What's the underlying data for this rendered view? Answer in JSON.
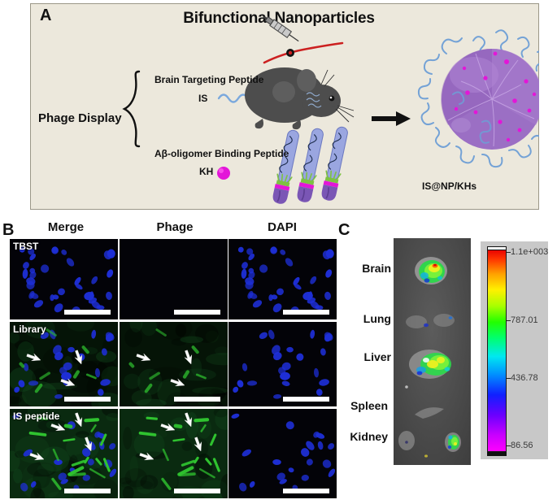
{
  "figure": {
    "panels": [
      {
        "letter": "A"
      },
      {
        "letter": "B"
      },
      {
        "letter": "C"
      }
    ]
  },
  "panelA": {
    "letter": "A",
    "title": "Bifunctional Nanoparticles",
    "phage_display_label": "Phage Display",
    "brain_peptide_label": "Brain Targeting Peptide",
    "is_label": "IS",
    "ab_peptide_label": "Aβ-oligomer Binding Peptide",
    "kh_label": "KH",
    "nanoparticle_label": "IS@NP/KHs",
    "colors": {
      "background": "#ece8dc",
      "border": "#9b9788",
      "nanoparticle": "#9b6fc4",
      "peptide_chain": "#7aa8dd",
      "kh_dot": "#e316d8",
      "mouse": "#4d4d4d",
      "tail": "#cc2020",
      "phage_body": "#9aa6e0",
      "phage_head": "#7a56b5",
      "phage_tip": "#7dc242"
    }
  },
  "panelB": {
    "letter": "B",
    "columns": [
      "Merge",
      "Phage",
      "DAPI"
    ],
    "rows": [
      "TBST",
      "Library",
      "IS peptide"
    ],
    "cells": [
      {
        "row": "TBST",
        "col": "Merge",
        "green": 0.0,
        "blue": 1.0,
        "arrows": 0,
        "scalebar": true
      },
      {
        "row": "TBST",
        "col": "Phage",
        "green": 0.0,
        "blue": 0.0,
        "arrows": 0,
        "scalebar": true
      },
      {
        "row": "TBST",
        "col": "DAPI",
        "green": 0.0,
        "blue": 1.0,
        "arrows": 0,
        "scalebar": true
      },
      {
        "row": "Library",
        "col": "Merge",
        "green": 0.25,
        "blue": 1.0,
        "arrows": 3,
        "scalebar": true
      },
      {
        "row": "Library",
        "col": "Phage",
        "green": 0.25,
        "blue": 0.0,
        "arrows": 3,
        "scalebar": true
      },
      {
        "row": "Library",
        "col": "DAPI",
        "green": 0.0,
        "blue": 1.0,
        "arrows": 0,
        "scalebar": true
      },
      {
        "row": "IS peptide",
        "col": "Merge",
        "green": 0.8,
        "blue": 1.0,
        "arrows": 4,
        "scalebar": true
      },
      {
        "row": "IS peptide",
        "col": "Phage",
        "green": 0.8,
        "blue": 0.0,
        "arrows": 4,
        "scalebar": true
      },
      {
        "row": "IS peptide",
        "col": "DAPI",
        "green": 0.0,
        "blue": 1.0,
        "arrows": 0,
        "scalebar": true
      }
    ],
    "colors": {
      "nuclei_blue": "#1e2fd8",
      "phage_green": "#2fc22f",
      "arrow_white": "#ffffff",
      "scalebar_white": "#ffffff",
      "background_black": "#04040c"
    }
  },
  "panelC": {
    "letter": "C",
    "organs": [
      "Brain",
      "Lung",
      "Liver",
      "Spleen",
      "Kidney"
    ],
    "colorbar": {
      "ticks": [
        "1.1e+003",
        "787.01",
        "436.78",
        "86.56"
      ],
      "max_label": "1.1e+003",
      "min_label": "86.56",
      "panel_background": "#c8c8c8"
    },
    "organ_signal": [
      {
        "organ": "Brain",
        "intensity": "high"
      },
      {
        "organ": "Lung",
        "intensity": "very low"
      },
      {
        "organ": "Liver",
        "intensity": "high"
      },
      {
        "organ": "Spleen",
        "intensity": "none"
      },
      {
        "organ": "Kidney",
        "intensity": "moderate"
      }
    ]
  }
}
